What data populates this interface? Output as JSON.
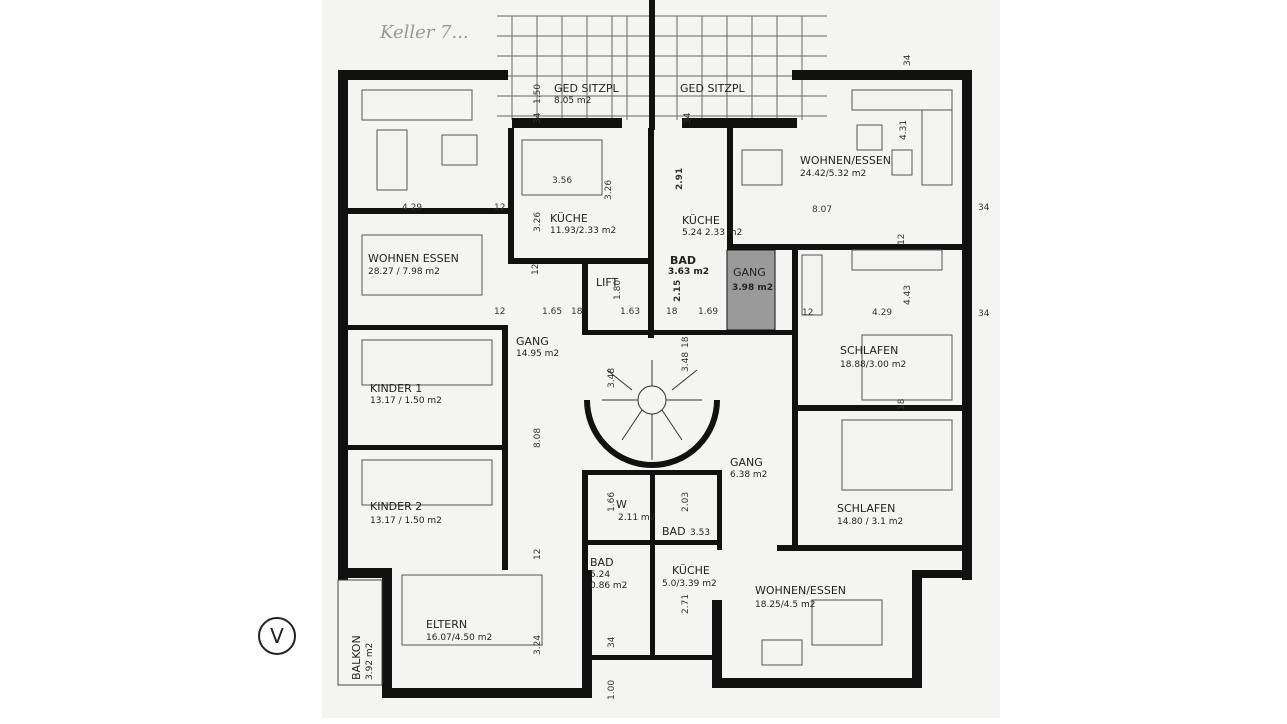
{
  "annotation": "Keller 7...",
  "north_symbol": "V",
  "rooms": {
    "ged_sitzpl_left": {
      "name": "GED SITZPL",
      "area": "8.05 m2"
    },
    "ged_sitzpl_right": {
      "name": "GED SITZPL",
      "area": ""
    },
    "wohnen_essen_tr": {
      "name": "WOHNEN/ESSEN",
      "area": "24.42/5.32 m2"
    },
    "kueche_1": {
      "name": "KÜCHE",
      "area": "11.93/2.33 m2"
    },
    "kueche_2": {
      "name": "KÜCHE",
      "area": "5.24 2.33 m2"
    },
    "wohnen_essen_l": {
      "name": "WOHNEN ESSEN",
      "area": "28.27 / 7.98 m2"
    },
    "bad_1": {
      "name": "BAD",
      "area": "3.63 m2"
    },
    "gang_1": {
      "name": "GANG",
      "area": "3.98 m2"
    },
    "lift": {
      "name": "LIFT",
      "area": ""
    },
    "gang_2": {
      "name": "GANG",
      "area": "14.95 m2"
    },
    "schlafen_1": {
      "name": "SCHLAFEN",
      "area": "18.88/3.00 m2"
    },
    "kinder_1": {
      "name": "KINDER 1",
      "area": "13.17 / 1.50 m2"
    },
    "kinder_2": {
      "name": "KINDER 2",
      "area": "13.17 / 1.50 m2"
    },
    "gang_3": {
      "name": "GANG",
      "area": "6.38 m2"
    },
    "schlafen_2": {
      "name": "SCHLAFEN",
      "area": "14.80 / 3.1 m2"
    },
    "wc": {
      "name": "W",
      "area": "2.11 m2"
    },
    "bad_2": {
      "name": "BAD",
      "area": "3.53"
    },
    "bad_3": {
      "name": "BAD",
      "area": "5.24"
    },
    "bad_3_b": {
      "name": "",
      "area": "0.86 m2"
    },
    "kueche_3": {
      "name": "KÜCHE",
      "area": "5.0/3.39 m2"
    },
    "wohnen_essen_br": {
      "name": "WOHNEN/ESSEN",
      "area": "18.25/4.5 m2"
    },
    "eltern": {
      "name": "ELTERN",
      "area": "16.07/4.50 m2"
    },
    "balkon": {
      "name": "BALKON",
      "area": "3.92 m2"
    }
  },
  "dimensions": {
    "d_429_top": "4.29",
    "d_807": "8.07",
    "d_429_mid": "4.29",
    "d_356": "3.56",
    "d_326_a": "3.26",
    "d_326_b": "3.26",
    "d_291": "2.91",
    "d_431": "4.31",
    "d_443": "4.43",
    "d_215": "2.15",
    "d_180": "1.80",
    "d_165": "1.65",
    "d_163": "1.63",
    "d_169": "1.69",
    "d_348_a": "3.48",
    "d_348_b": "3.48",
    "d_808": "8.08",
    "d_166": "1.66",
    "d_203": "2.03",
    "d_271": "2.71",
    "d_324": "3.24",
    "d_100": "1.00",
    "d_150": "1.50",
    "d_12_a": "12",
    "d_12_b": "12",
    "d_12_c": "12",
    "d_12_d": "12",
    "d_12_e": "12",
    "d_12_f": "12",
    "d_18_a": "18",
    "d_18_b": "18",
    "d_18_c": "18",
    "d_18_d": "18",
    "d_34_a": "34",
    "d_34_b": "34",
    "d_34_c": "34",
    "d_34_d": "34",
    "d_34_e": "34",
    "d_34_f": "34"
  }
}
